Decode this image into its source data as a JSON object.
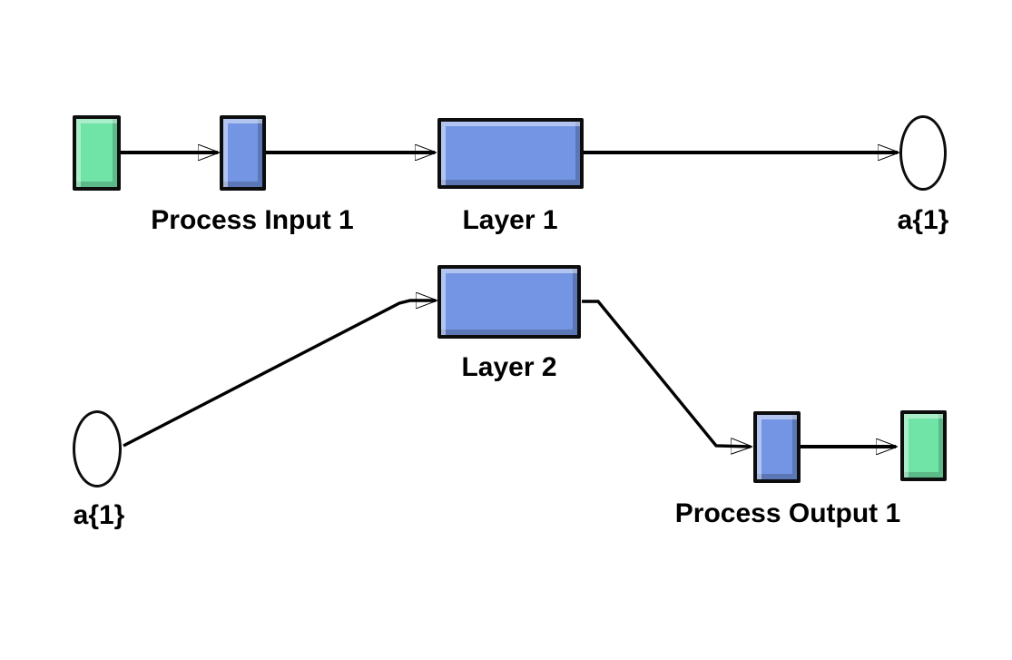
{
  "colors": {
    "background": "#ffffff",
    "wire": "#000000",
    "node_border": "#0d0d0d",
    "block_blue": "#7495e4",
    "block_green": "#70e3a6",
    "ellipse_fill": "#ffffff"
  },
  "nodes": [
    {
      "id": "source-terminal",
      "shape": "square",
      "color": "green"
    },
    {
      "id": "process-input-1",
      "shape": "square",
      "color": "blue",
      "label": "Process Input 1"
    },
    {
      "id": "layer-1",
      "shape": "rect",
      "color": "blue",
      "label": "Layer 1"
    },
    {
      "id": "a1-output",
      "shape": "ellipse",
      "color": "white",
      "label": "a{1}"
    },
    {
      "id": "layer-2",
      "shape": "rect",
      "color": "blue",
      "label": "Layer 2"
    },
    {
      "id": "a1-input",
      "shape": "ellipse",
      "color": "white",
      "label": "a{1}"
    },
    {
      "id": "process-output-1",
      "shape": "square",
      "color": "blue",
      "label": "Process Output 1"
    },
    {
      "id": "sink-terminal",
      "shape": "square",
      "color": "green"
    }
  ]
}
